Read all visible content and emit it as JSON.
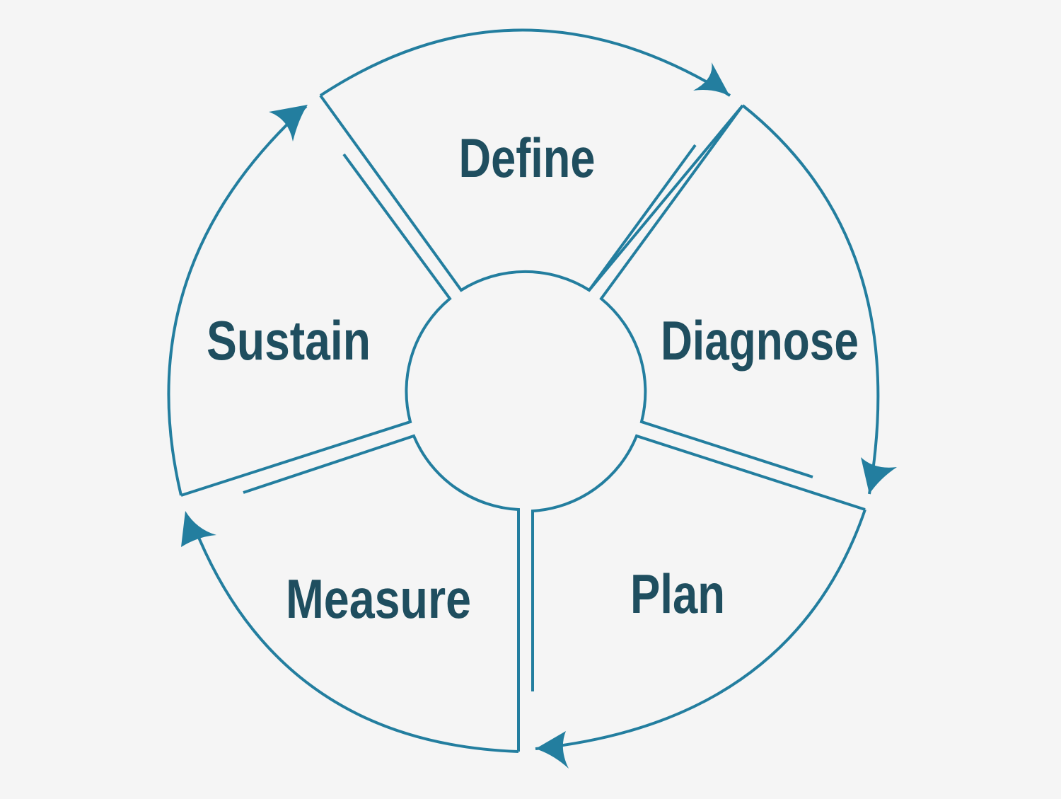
{
  "diagram": {
    "type": "cycle",
    "stages": [
      {
        "id": "define",
        "label": "Define"
      },
      {
        "id": "diagnose",
        "label": "Diagnose"
      },
      {
        "id": "plan",
        "label": "Plan"
      },
      {
        "id": "measure",
        "label": "Measure"
      },
      {
        "id": "sustain",
        "label": "Sustain"
      }
    ],
    "flow_direction": "clockwise",
    "colors": {
      "background": "#f5f5f5",
      "outline": "#237e9f",
      "label": "#1f4e5f"
    }
  }
}
